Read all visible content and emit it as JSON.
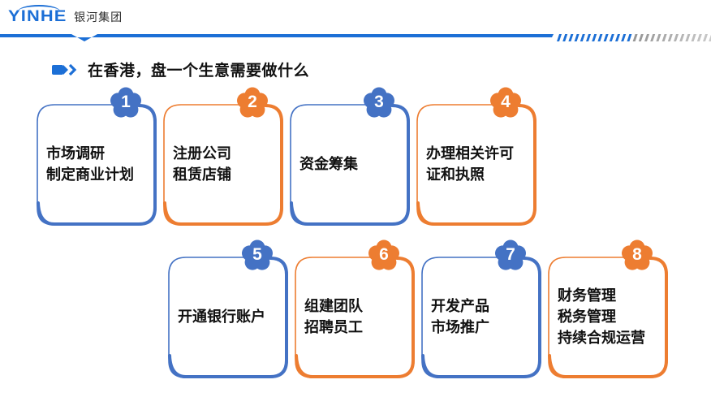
{
  "header": {
    "logo_word": "YINHE",
    "logo_cn": "银河集团",
    "brand_color": "#1c6fd6"
  },
  "section": {
    "icon": "arrow-tag-icon",
    "title": "在香港，盘一个生意需要做什么"
  },
  "colors": {
    "blue": "#4472c4",
    "orange": "#ed7d31"
  },
  "steps": [
    {
      "number": "1",
      "color": "blue",
      "lines": [
        "市场调研",
        "制定商业计划"
      ]
    },
    {
      "number": "2",
      "color": "orange",
      "lines": [
        "注册公司",
        "租赁店铺"
      ]
    },
    {
      "number": "3",
      "color": "blue",
      "lines": [
        "资金筹集"
      ]
    },
    {
      "number": "4",
      "color": "orange",
      "lines": [
        "办理相关许可",
        "证和执照"
      ]
    },
    {
      "number": "5",
      "color": "blue",
      "lines": [
        "开通银行账户"
      ]
    },
    {
      "number": "6",
      "color": "orange",
      "lines": [
        "组建团队",
        "招聘员工"
      ]
    },
    {
      "number": "7",
      "color": "blue",
      "lines": [
        "开发产品",
        "市场推广"
      ]
    },
    {
      "number": "8",
      "color": "orange",
      "lines": [
        "财务管理",
        "税务管理",
        "持续合规运营"
      ]
    }
  ]
}
